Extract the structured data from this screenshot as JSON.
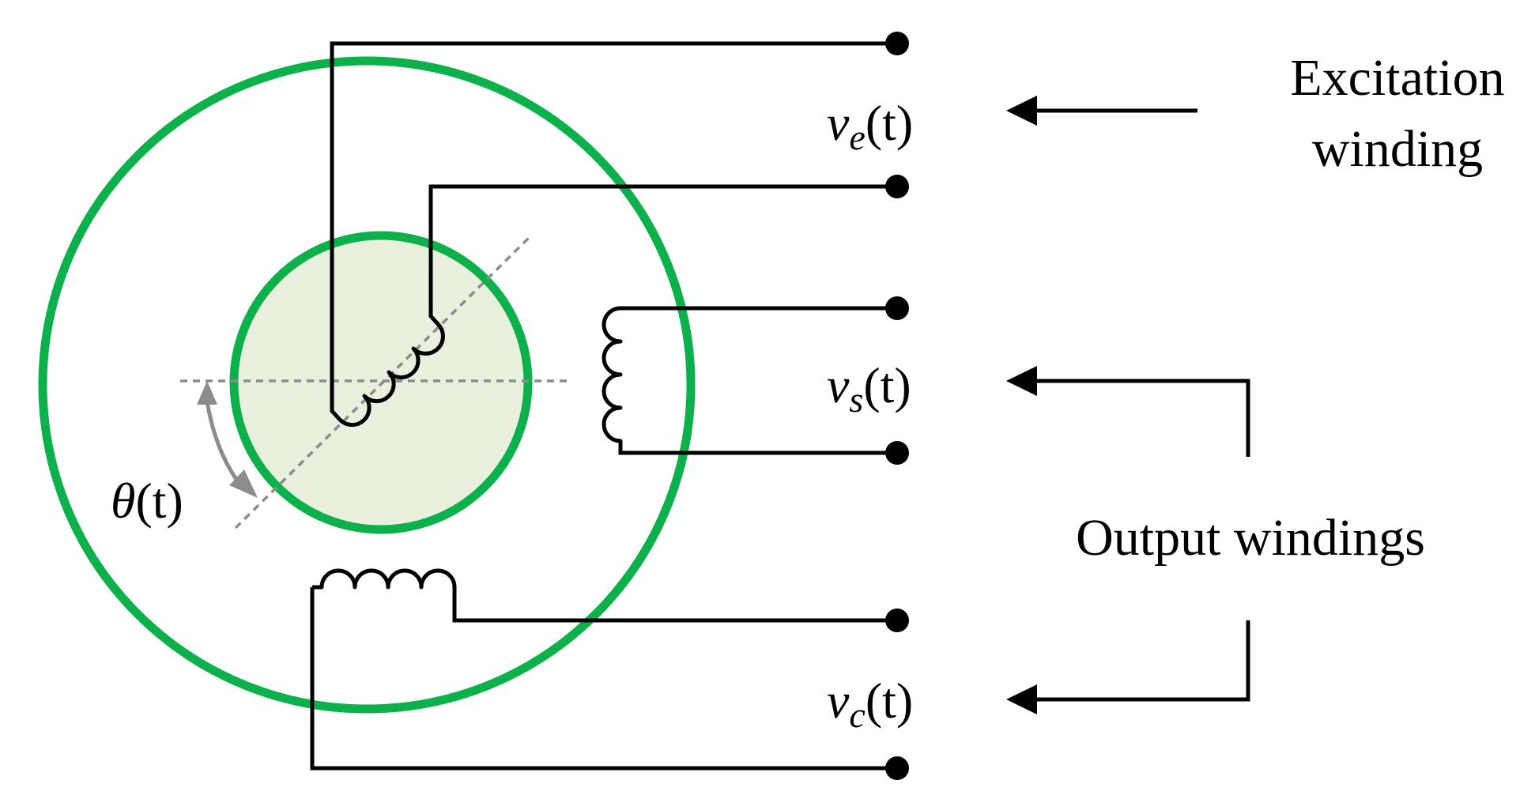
{
  "labels": {
    "excitation_line1": "Excitation",
    "excitation_line2": "winding",
    "output": "Output windings",
    "theta_symbol": "θ",
    "theta_arg": "(t)",
    "ve_symbol": "v",
    "ve_sub": "e",
    "ve_arg": "(t)",
    "vs_symbol": "v",
    "vs_sub": "s",
    "vs_arg": "(t)",
    "vc_symbol": "v",
    "vc_sub": "c",
    "vc_arg": "(t)"
  },
  "colors": {
    "stator_ring": "#0db14b",
    "rotor_fill": "#e9f0de",
    "rotor_ring": "#0db14b",
    "angle_arrow": "#8c8c8c",
    "wire": "#000000"
  }
}
